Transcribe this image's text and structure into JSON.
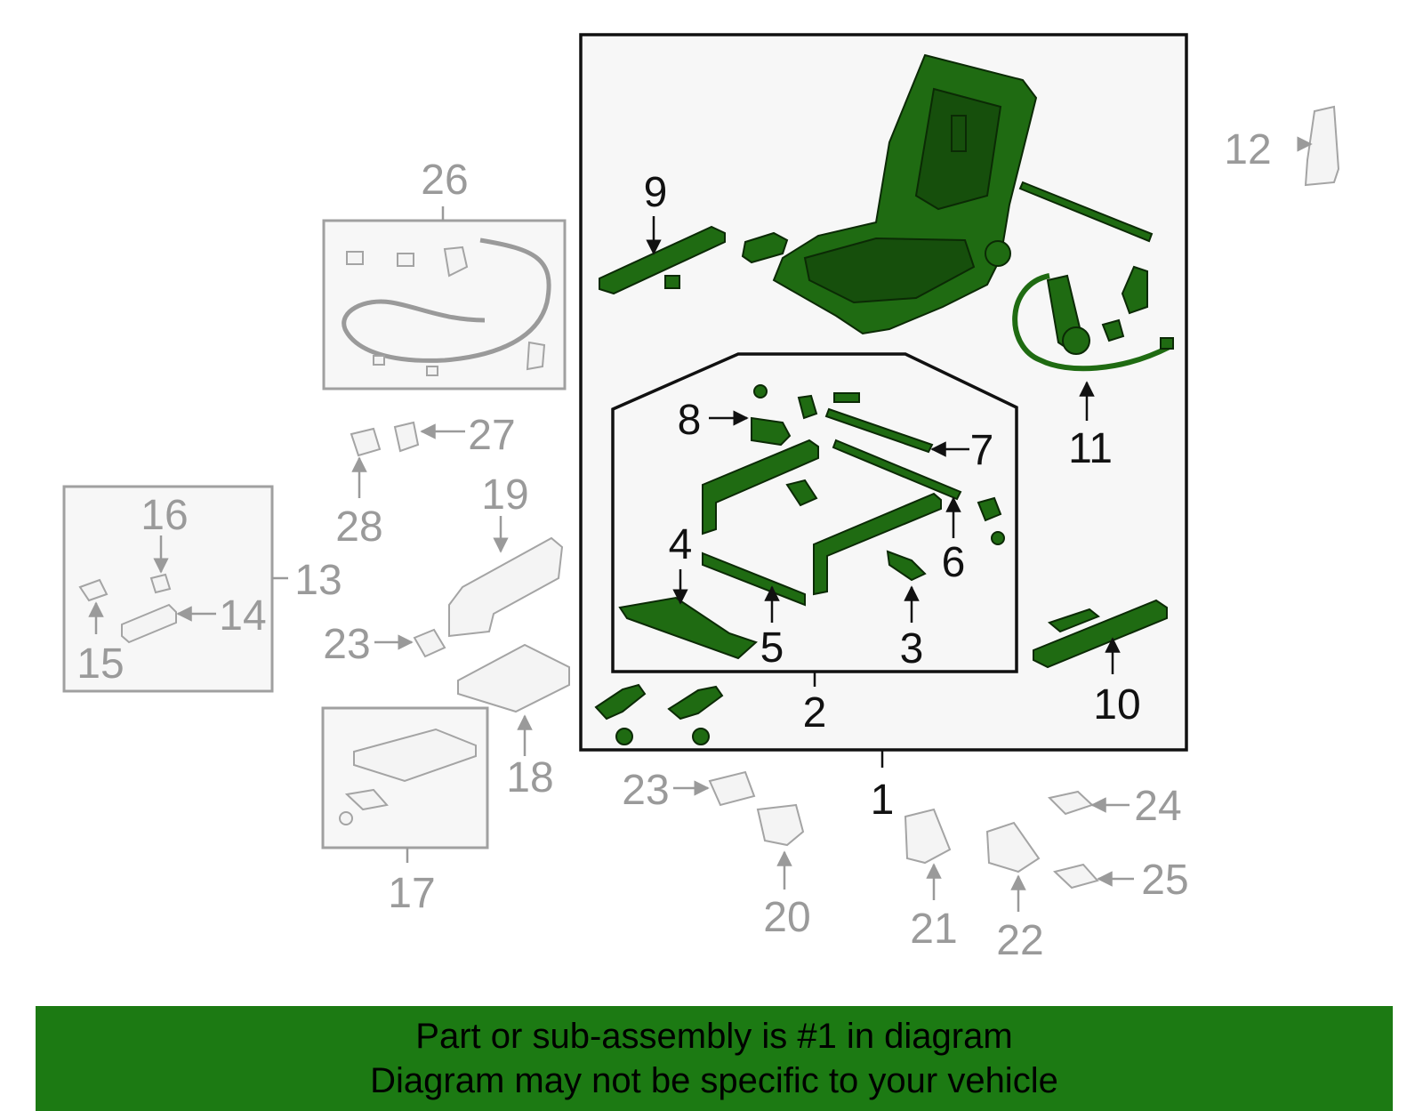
{
  "colors": {
    "highlight_part": "#1f6b12",
    "banner_bg": "#1c7a13",
    "other_part_label": "#9a9a9a",
    "assembly_label": "#111111"
  },
  "callouts": {
    "c1": "1",
    "c2": "2",
    "c3": "3",
    "c4": "4",
    "c5": "5",
    "c6": "6",
    "c7": "7",
    "c8": "8",
    "c9": "9",
    "c10": "10",
    "c11": "11",
    "c12": "12",
    "c13": "13",
    "c14": "14",
    "c15": "15",
    "c16": "16",
    "c17": "17",
    "c18": "18",
    "c19": "19",
    "c20": "20",
    "c21": "21",
    "c22": "22",
    "c23a": "23",
    "c23b": "23",
    "c24": "24",
    "c25": "25",
    "c26": "26",
    "c27": "27",
    "c28": "28"
  },
  "banner": {
    "line1": "Part or sub-assembly is #1 in diagram",
    "line2": "Diagram may not be specific to your vehicle"
  }
}
